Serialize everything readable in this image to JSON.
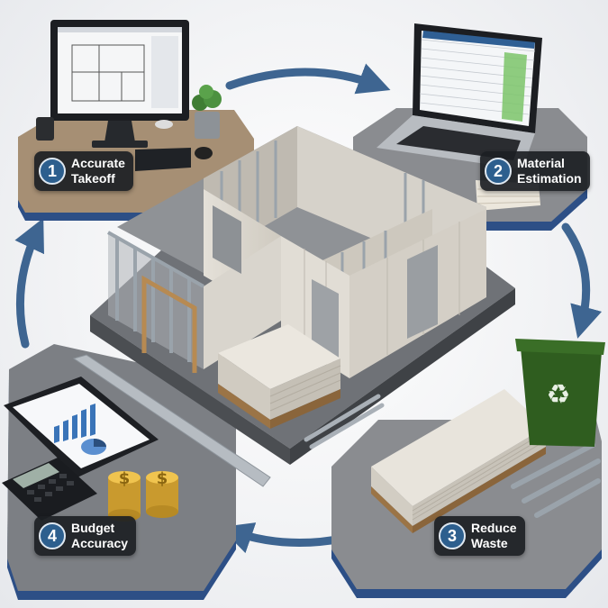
{
  "steps": [
    {
      "number": "1",
      "line1": "Accurate",
      "line2": "Takeoff"
    },
    {
      "number": "2",
      "line1": "Material",
      "line2": "Estimation"
    },
    {
      "number": "3",
      "line1": "Reduce",
      "line2": "Waste"
    },
    {
      "number": "4",
      "line1": "Budget",
      "line2": "Accuracy"
    }
  ],
  "colors": {
    "badge": "#2d5f8e",
    "arrow": "#3e6591",
    "platform": "#5f6166",
    "platform_edge": "#2d4f86",
    "drywall": "#dedad2",
    "stud": "#9aa3ab",
    "wood": "#b78a52",
    "bin": "#2f5d1f"
  },
  "icons": [
    "recycle-icon",
    "dollar-icon"
  ]
}
